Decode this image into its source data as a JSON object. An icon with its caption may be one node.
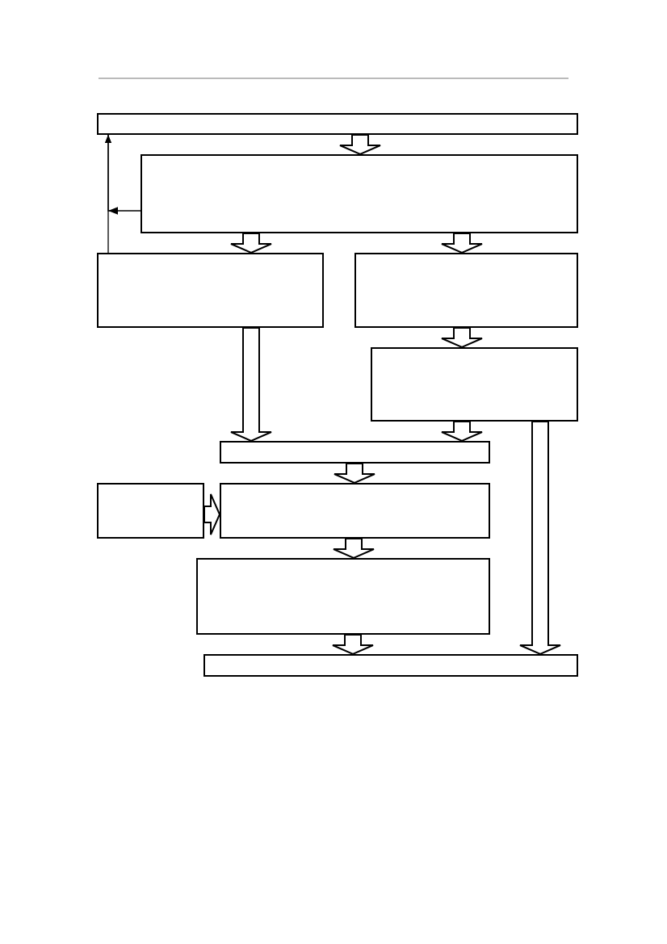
{
  "diagram": {
    "nodes": [
      {
        "text": [],
        "shape": "box"
      },
      {
        "text": [],
        "shape": "box"
      },
      {
        "text": [],
        "shape": "box"
      },
      {
        "text": [],
        "shape": "box"
      },
      {
        "text": [],
        "shape": "box"
      },
      {
        "text": [],
        "shape": "box"
      },
      {
        "text": [],
        "shape": "box"
      },
      {
        "text": [],
        "shape": "box"
      },
      {
        "text": [],
        "shape": "box"
      },
      {
        "text": [],
        "shape": "box"
      }
    ],
    "edges": [
      {
        "from": 0,
        "to": 1,
        "arrow": "to",
        "style": "thick"
      },
      {
        "from": 1,
        "to": 0,
        "arrow": "to"
      },
      {
        "from": 2,
        "to": 0,
        "arrow": "to"
      },
      {
        "from": 1,
        "to": 2,
        "arrow": "to",
        "style": "thick"
      },
      {
        "from": 1,
        "to": 3,
        "arrow": "to",
        "style": "thick"
      },
      {
        "from": 3,
        "to": 4,
        "arrow": "to",
        "style": "thick"
      },
      {
        "from": 2,
        "to": 5,
        "arrow": "to",
        "style": "thick"
      },
      {
        "from": 4,
        "to": 5,
        "arrow": "to",
        "style": "thick"
      },
      {
        "from": 4,
        "to": 9,
        "arrow": "to",
        "style": "thick"
      },
      {
        "from": 5,
        "to": 7,
        "arrow": "to",
        "style": "thick"
      },
      {
        "from": 6,
        "to": 7,
        "arrow": "to",
        "style": "thick"
      },
      {
        "from": 7,
        "to": 8,
        "arrow": "to",
        "style": "thick"
      },
      {
        "from": 8,
        "to": 9,
        "arrow": "to",
        "style": "thick"
      }
    ]
  }
}
